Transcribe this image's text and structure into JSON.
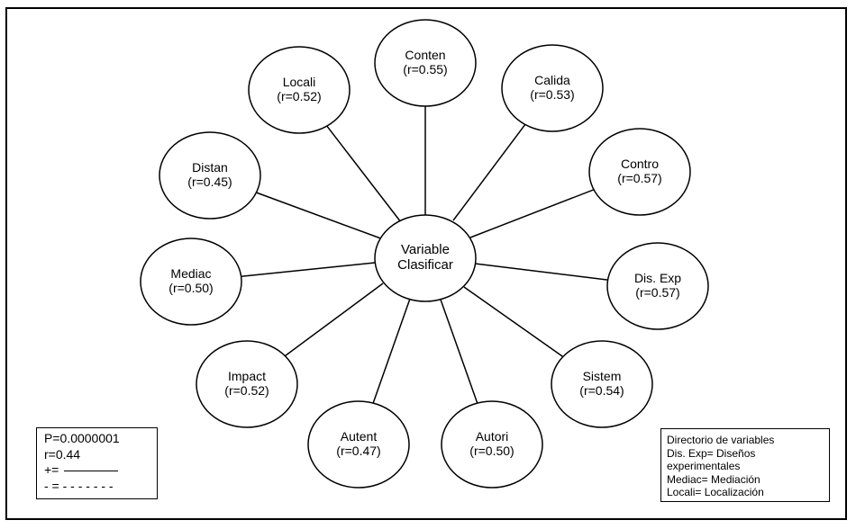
{
  "center": {
    "line1": "Variable",
    "line2": "Clasificar"
  },
  "nodes": [
    {
      "name": "Conten",
      "r": "(r=0.55)"
    },
    {
      "name": "Calida",
      "r": "(r=0.53)"
    },
    {
      "name": "Contro",
      "r": "(r=0.57)"
    },
    {
      "name": "Dis. Exp",
      "r": "(r=0.57)"
    },
    {
      "name": "Sistem",
      "r": "(r=0.54)"
    },
    {
      "name": "Autori",
      "r": "(r=0.50)"
    },
    {
      "name": "Autent",
      "r": "(r=0.47)"
    },
    {
      "name": "Impact",
      "r": "(r=0.52)"
    },
    {
      "name": "Mediac",
      "r": "(r=0.50)"
    },
    {
      "name": "Distan",
      "r": "(r=0.45)"
    },
    {
      "name": "Locali",
      "r": "(r=0.52)"
    }
  ],
  "stats": {
    "p": "P=0.0000001",
    "r": "r=0.44",
    "positive": "+=",
    "negative": "- = - - - - - - -"
  },
  "directory": {
    "title": "Directorio de variables",
    "lines": [
      "Dis. Exp= Diseños",
      "experimentales",
      "Mediac= Mediación",
      "Locali= Localización"
    ]
  }
}
